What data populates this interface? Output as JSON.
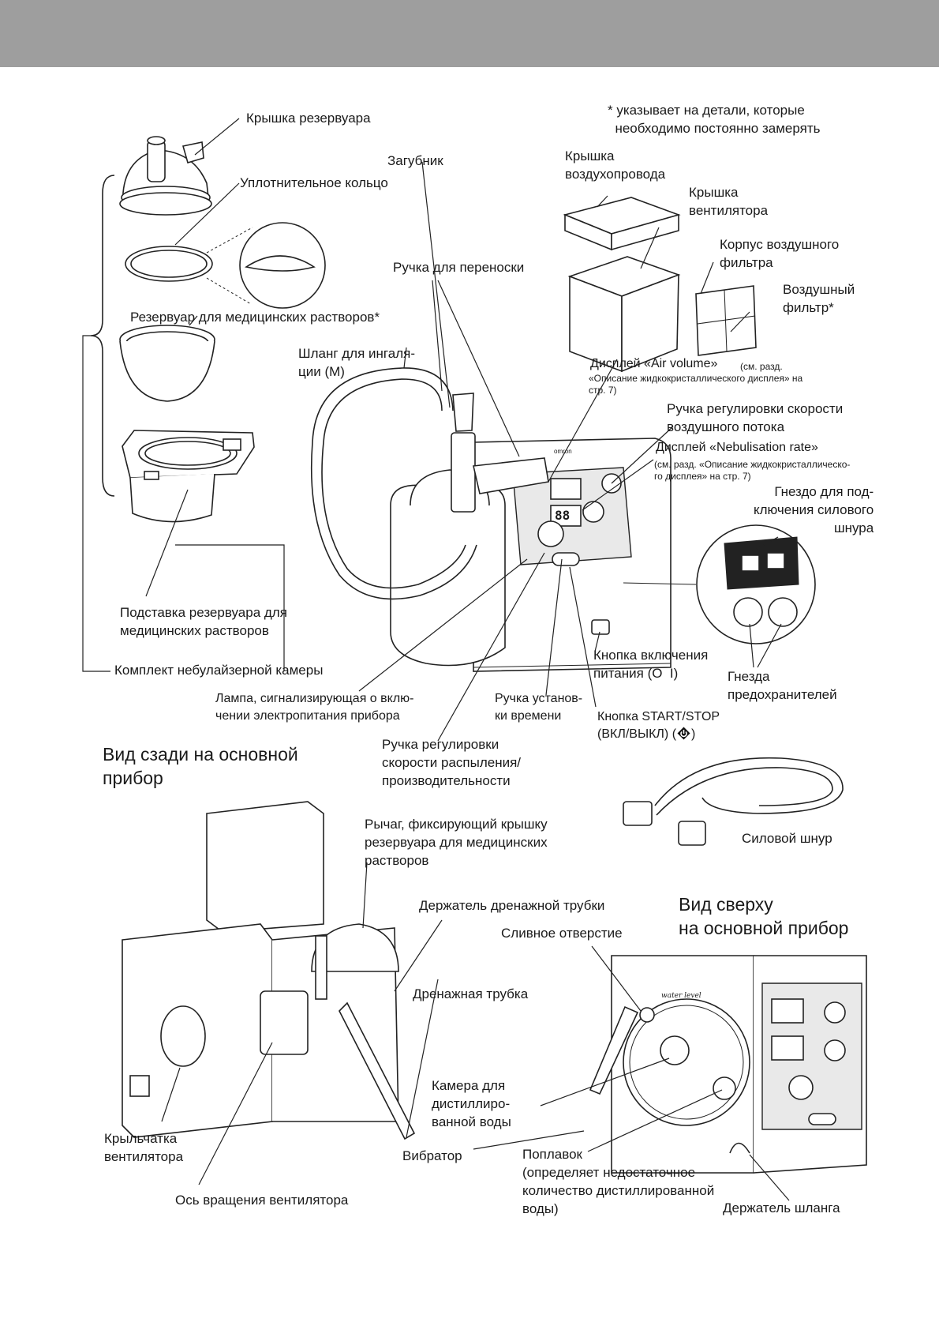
{
  "labels": {
    "note": "* указывает на детали, которые\n  необходимо постоянно замерять",
    "reservoir_cap": "Крышка резервуара",
    "seal_ring": "Уплотнительное кольцо",
    "plug": "Загубник",
    "carry_handle": "Ручка для переноски",
    "medication_reservoir": "Резервуар для медицинских растворов*",
    "inhalation_hose": "Шланг для ингаля-\nции (M)",
    "duct_cover": "Крышка\nвоздухопровода",
    "fan_cover": "Крышка\nвентилятора",
    "filter_housing": "Корпус воздушного\nфильтра",
    "air_filter": "Воздушный\nфильтр*",
    "air_volume_display": "Дисплей «Air volume»",
    "air_volume_ref": "(см. разд.\n«Описание жидкокристаллического дисплея» на\nстр. 7)",
    "airflow_knob": "Ручка регулировки скорости\nвоздушного потока",
    "nebulisation_display": "Дисплей «Nebulisation rate»",
    "nebulisation_ref": "(см. разд. «Описание жидкокристаллическо-\nго дисплея» на стр. 7)",
    "power_socket": "Гнездо для под-\nключения силового\nшнура",
    "reservoir_stand": "Подставка резервуара для\nмедицинских растворов",
    "chamber_kit": "Комплект небулайзерной камеры",
    "power_button": "Кнопка включения\nпитания (O  I)",
    "fuse_sockets": "Гнезда\nпредохранителей",
    "power_lamp": "Лампа, сигнализирующая о вклю-\nчении электропитания прибора",
    "timer_knob": "Ручка установ-\nки времени",
    "start_stop": "Кнопка START/STOP\n(ВКЛ/ВЫКЛ) (",
    "start_stop_tail": ")",
    "nebulisation_knob": "Ручка регулировки\nскорости распыления/\nпроизводительности",
    "rear_view_heading": "Вид сзади на основной\nприбор",
    "power_cord": "Силовой шнур",
    "cap_lever": "Рычаг, фиксирующий крышку\nрезервуара для медицинских\nрастворов",
    "drain_tube_holder": "Держатель дренажной трубки",
    "top_view_heading": "Вид сверху\nна основной прибор",
    "drain_hole": "Сливное отверстие",
    "drain_tube": "Дренажная трубка",
    "water_chamber": "Камера для\nдистиллиро-\nванной воды",
    "fan_impeller": "Крыльчатка\nвентилятора",
    "vibrator": "Вибратор",
    "float": "Поплавок\n(определяет недостаточное\nколичество дистиллированной\nводы)",
    "fan_axis": "Ось вращения вентилятора",
    "hose_holder": "Держатель шланга"
  },
  "device": {
    "brand_text": "omron",
    "display_digits": "88",
    "water_level_text": "water level"
  },
  "colors": {
    "header_bar": "#9e9e9e",
    "line": "#222222"
  }
}
